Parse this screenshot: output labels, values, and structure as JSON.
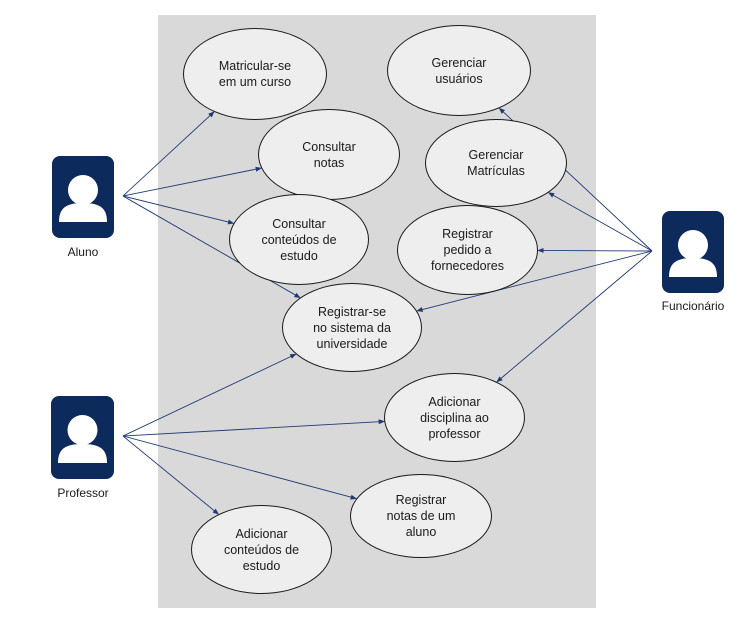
{
  "colors": {
    "actor_fill": "#0d2a5c",
    "arrow": "#1f3a73",
    "boundary": "#d9d9d9",
    "usecase_fill": "#eeeeee"
  },
  "actors": {
    "aluno": {
      "label": "Aluno",
      "icon": "user-icon"
    },
    "professor": {
      "label": "Professor",
      "icon": "user-icon"
    },
    "funcionario": {
      "label": "Funcionário",
      "icon": "user-icon"
    }
  },
  "use_cases": {
    "matricular": "Matricular-se\nem um curso",
    "consultar_notas": "Consultar\nnotas",
    "consultar_conteudos": "Consultar\nconteúdos de\nestudo",
    "registrar_sistema": "Registrar-se\nno sistema da\nuniversidade",
    "gerenciar_usuarios": "Gerenciar\nusuários",
    "gerenciar_matriculas": "Gerenciar\nMatrículas",
    "registrar_pedido": "Registrar\npedido a\nfornecedores",
    "adicionar_disciplina": "Adicionar\ndisciplina ao\nprofessor",
    "registrar_notas": "Registrar\nnotas de um\naluno",
    "adicionar_conteudos": "Adicionar\nconteúdos de\nestudo"
  },
  "associations": [
    {
      "from": "aluno",
      "to": "matricular"
    },
    {
      "from": "aluno",
      "to": "consultar_notas"
    },
    {
      "from": "aluno",
      "to": "consultar_conteudos"
    },
    {
      "from": "aluno",
      "to": "registrar_sistema"
    },
    {
      "from": "professor",
      "to": "registrar_sistema"
    },
    {
      "from": "professor",
      "to": "adicionar_disciplina"
    },
    {
      "from": "professor",
      "to": "registrar_notas"
    },
    {
      "from": "professor",
      "to": "adicionar_conteudos"
    },
    {
      "from": "funcionario",
      "to": "gerenciar_usuarios"
    },
    {
      "from": "funcionario",
      "to": "gerenciar_matriculas"
    },
    {
      "from": "funcionario",
      "to": "registrar_pedido"
    },
    {
      "from": "funcionario",
      "to": "registrar_sistema"
    },
    {
      "from": "funcionario",
      "to": "adicionar_disciplina"
    }
  ]
}
